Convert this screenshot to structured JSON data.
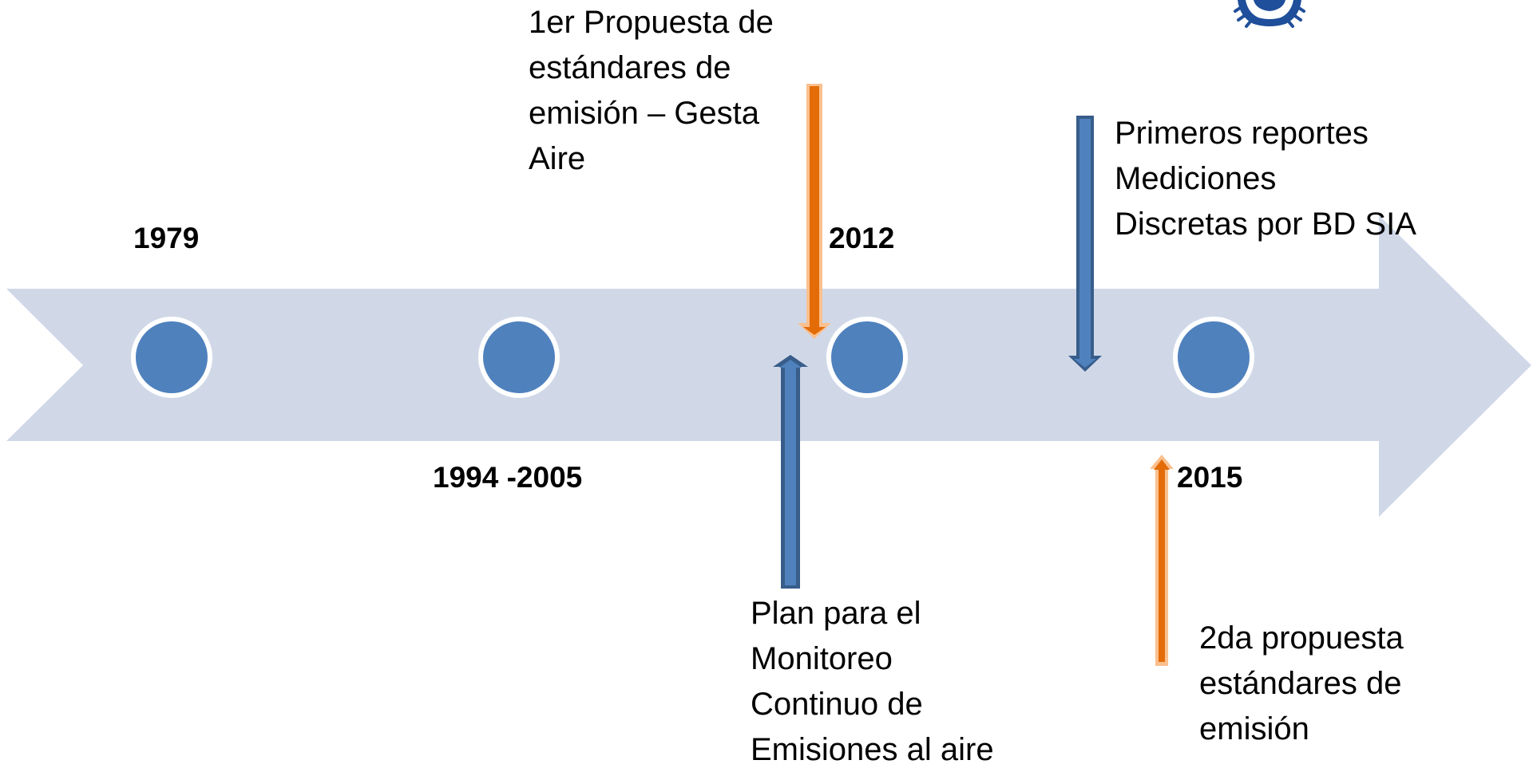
{
  "colors": {
    "band": "#d0d8e8",
    "circle_fill": "#4f81bd",
    "circle_stroke": "#ffffff",
    "arrow_orange": "#e36c09",
    "arrow_orange_edge": "#fac08f",
    "arrow_blue": "#4f81bd",
    "arrow_blue_dark": "#385d8a",
    "seal_blue": "#1f4e9a"
  },
  "timeline": {
    "direction": "left-to-right",
    "milestones": [
      {
        "year": "1979",
        "label_side": "above"
      },
      {
        "year": "1994 -2005",
        "label_side": "below"
      },
      {
        "year": "2012",
        "label_side": "above"
      },
      {
        "year": "2015",
        "label_side": "below"
      }
    ]
  },
  "annotations": {
    "first_proposal": {
      "lines": [
        "1er Propuesta de",
        "estándares de",
        "emisión – Gesta",
        "Aire"
      ],
      "arrow_color": "orange",
      "arrow_direction": "down"
    },
    "monitoring_plan": {
      "lines": [
        "Plan para el",
        "Monitoreo",
        "Continuo de",
        "Emisiones al aire"
      ],
      "arrow_color": "dark-blue",
      "arrow_direction": "up"
    },
    "first_reports": {
      "lines": [
        "Primeros reportes",
        "Mediciones",
        "Discretas por BD SIA"
      ],
      "arrow_color": "blue",
      "arrow_direction": "down"
    },
    "second_proposal": {
      "lines": [
        "2da propuesta",
        "estándares de",
        "emisión"
      ],
      "arrow_color": "orange",
      "arrow_direction": "up"
    }
  },
  "logo": {
    "icon": "seal-emblem-icon"
  }
}
